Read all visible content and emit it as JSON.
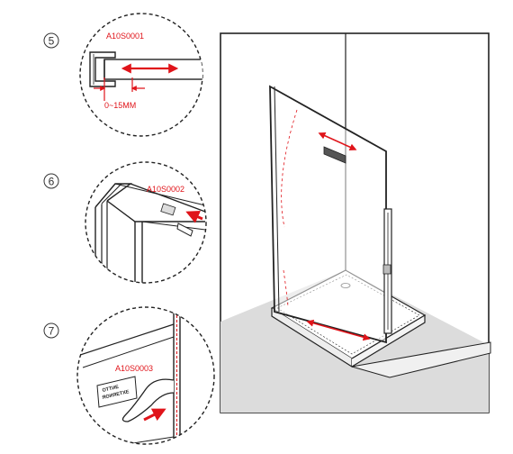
{
  "steps": [
    {
      "number": "5",
      "part_code": "A10S0001",
      "dimension": "0~15MM"
    },
    {
      "number": "6",
      "part_code": "A10S0002"
    },
    {
      "number": "7",
      "part_code": "A10S0003",
      "sticker_lines": [
        "ОТТИЕ",
        "ЯОИЯЕТХЕ"
      ]
    }
  ],
  "colors": {
    "accent": "#e0141a",
    "line": "#222222",
    "floor": "#dcdcdc"
  }
}
